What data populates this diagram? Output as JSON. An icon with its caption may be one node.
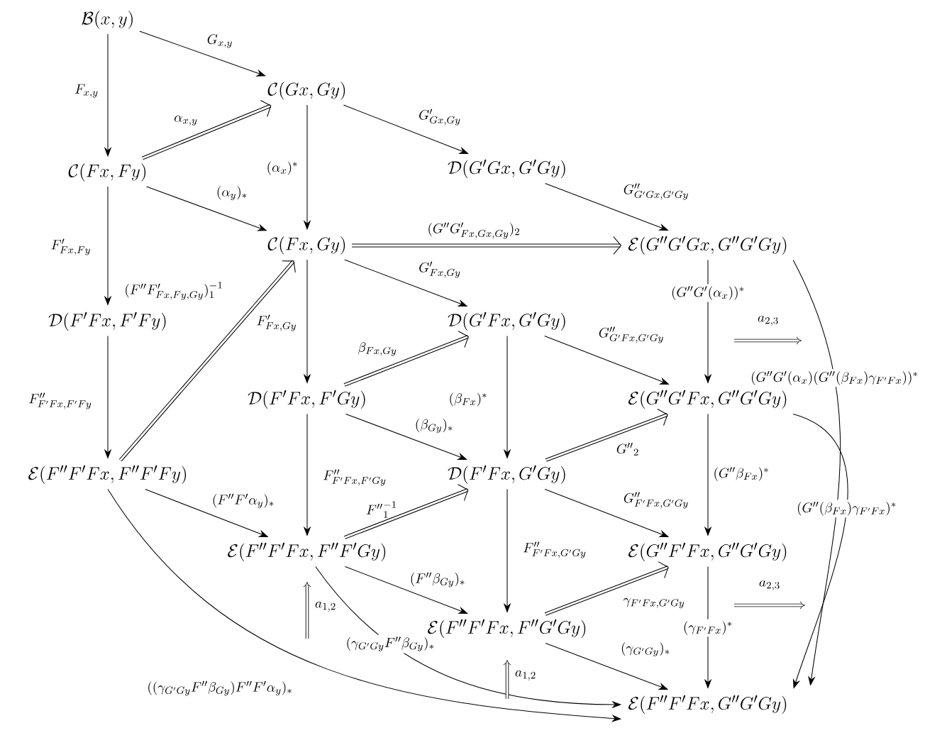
{
  "diagram": {
    "nodes": [
      {
        "text": [
          "\\mathcal{B}(x,y)"
        ]
      },
      {
        "text": [
          "\\mathcal{C}(Gx,Gy)"
        ]
      },
      {
        "text": [
          "\\mathcal{C}(Fx,Fy)"
        ]
      },
      {
        "text": [
          "\\mathcal{D}(G'Gx,G'Gy)"
        ]
      },
      {
        "text": [
          "\\mathcal{C}(Fx,Gy)"
        ]
      },
      {
        "text": [
          "\\mathcal{E}(G''G'Gx,G''G'Gy)"
        ]
      },
      {
        "text": [
          "\\mathcal{D}(F'Fx,F'Fy)"
        ]
      },
      {
        "text": [
          "\\mathcal{D}(G'Fx,G'Gy)"
        ]
      },
      {
        "text": [
          "\\mathcal{D}(F'Fx,F'Gy)"
        ]
      },
      {
        "text": [
          "\\mathcal{E}(G''G'Fx,G''G'Gy)"
        ]
      },
      {
        "text": [
          "\\mathcal{E}(F''F'Fx,F''F'Fy)"
        ]
      },
      {
        "text": [
          "\\mathcal{D}(F'Fx,G'Gy)"
        ]
      },
      {
        "text": [
          "\\mathcal{E}(F''F'Fx,F''F'Gy)"
        ]
      },
      {
        "text": [
          "\\mathcal{E}(G''F'Fx,G''G'Gy)"
        ]
      },
      {
        "text": [
          "\\mathcal{E}(F''F'Fx,F''G'Gy)"
        ]
      },
      {
        "text": [
          "\\mathcal{E}(F''F'Fx,G''G'Gy)"
        ]
      }
    ],
    "edges": [
      {
        "from": 0,
        "to": 1,
        "arrow": "to",
        "label": "G_{x,y}"
      },
      {
        "from": 0,
        "to": 2,
        "arrow": "to",
        "label": "F_{x,y}"
      },
      {
        "from": 2,
        "to": 1,
        "arrow": "to",
        "label": "\\alpha_{x,y}",
        "style": "thick"
      },
      {
        "from": 1,
        "to": 3,
        "arrow": "to",
        "label": "G'_{Gx,Gy}"
      },
      {
        "from": 1,
        "to": 4,
        "arrow": "to",
        "label": "(\\alpha_x)^*"
      },
      {
        "from": 2,
        "to": 4,
        "arrow": "to",
        "label": "(\\alpha_y)_*"
      },
      {
        "from": 2,
        "to": 6,
        "arrow": "to",
        "label": "F'_{Fx,Fy}"
      },
      {
        "from": 3,
        "to": 5,
        "arrow": "to",
        "label": "G''_{G'Gx,G'Gy}"
      },
      {
        "from": 4,
        "to": 5,
        "arrow": "to",
        "label": "(G''G'_{Fx,Gx,Gy})_2",
        "style": "thick"
      },
      {
        "from": 4,
        "to": 7,
        "arrow": "to",
        "label": "G'_{Fx,Gy}"
      },
      {
        "from": 4,
        "to": 8,
        "arrow": "to",
        "label": "F'_{Fx,Gy}"
      },
      {
        "from": 10,
        "to": 4,
        "arrow": "to",
        "label": "(F''F'_{Fx,Fy,Gy})_1^{-1}",
        "style": "thick"
      },
      {
        "from": 6,
        "to": 10,
        "arrow": "to",
        "label": "F''_{F'Fx,F'Fy}"
      },
      {
        "from": 5,
        "to": 9,
        "arrow": "to",
        "label": "(G''G'(\\alpha_x))^*"
      },
      {
        "from": 5,
        "to": 15,
        "arrow": "to",
        "label": "(G''G'(\\alpha_x)(G''(\\beta_{Fx})\\gamma_{F'Fx}))^*"
      },
      {
        "from": 7,
        "to": 9,
        "arrow": "to",
        "label": "G''_{G'Fx,G'Gy}"
      },
      {
        "from": 7,
        "to": 11,
        "arrow": "to",
        "label": "(\\beta_{Fx})^*"
      },
      {
        "from": 8,
        "to": 7,
        "arrow": "to",
        "label": "\\beta_{Fx,Gy}",
        "style": "thick"
      },
      {
        "from": 8,
        "to": 11,
        "arrow": "to",
        "label": "(\\beta_{Gy})_*"
      },
      {
        "from": 8,
        "to": 12,
        "arrow": "to",
        "label": "F''_{F'Fx,F'Gy}"
      },
      {
        "from": 9,
        "to": 13,
        "arrow": "to",
        "label": "(G''\\beta_{Fx})^*"
      },
      {
        "from": 11,
        "to": 9,
        "arrow": "to",
        "label": "{G''}_2",
        "style": "thick"
      },
      {
        "from": 9,
        "to": 15,
        "arrow": "to",
        "label": "(G''(\\beta_{Fx})\\gamma_{F'Fx})^*"
      },
      {
        "from": 10,
        "to": 12,
        "arrow": "to",
        "label": "(F''F'\\alpha_y)_*"
      },
      {
        "from": 12,
        "to": 11,
        "arrow": "to",
        "label": "{F''}_1^{-1}",
        "style": "thick"
      },
      {
        "from": 11,
        "to": 13,
        "arrow": "to",
        "label": "G''_{F'Fx,G'Gy}"
      },
      {
        "from": 11,
        "to": 14,
        "arrow": "to",
        "label": "F''_{F'Fx,G'Gy}"
      },
      {
        "from": 12,
        "to": 14,
        "arrow": "to",
        "label": "(F''\\beta_{Gy})_*"
      },
      {
        "from": 12,
        "to": 15,
        "arrow": "to",
        "label": "(\\gamma_{G'Gy}F''\\beta_{Gy})_*"
      },
      {
        "from": 14,
        "to": 13,
        "arrow": "to",
        "label": "\\gamma_{F'Fx,G'Gy}",
        "style": "thick"
      },
      {
        "from": 13,
        "to": 15,
        "arrow": "to",
        "label": "(\\gamma_{F'Fx})^*"
      },
      {
        "from": 14,
        "to": 15,
        "arrow": "to",
        "label": "(\\gamma_{G'Gy})_*"
      },
      {
        "from": 10,
        "to": 15,
        "arrow": "to",
        "label": "((\\gamma_{G'Gy}F''\\beta_{Gy})F''F'\\alpha_y)_*"
      }
    ],
    "labels": [
      "a_{2,3}",
      "a_{2,3}",
      "a_{1,2}",
      "a_{1,2}"
    ]
  }
}
